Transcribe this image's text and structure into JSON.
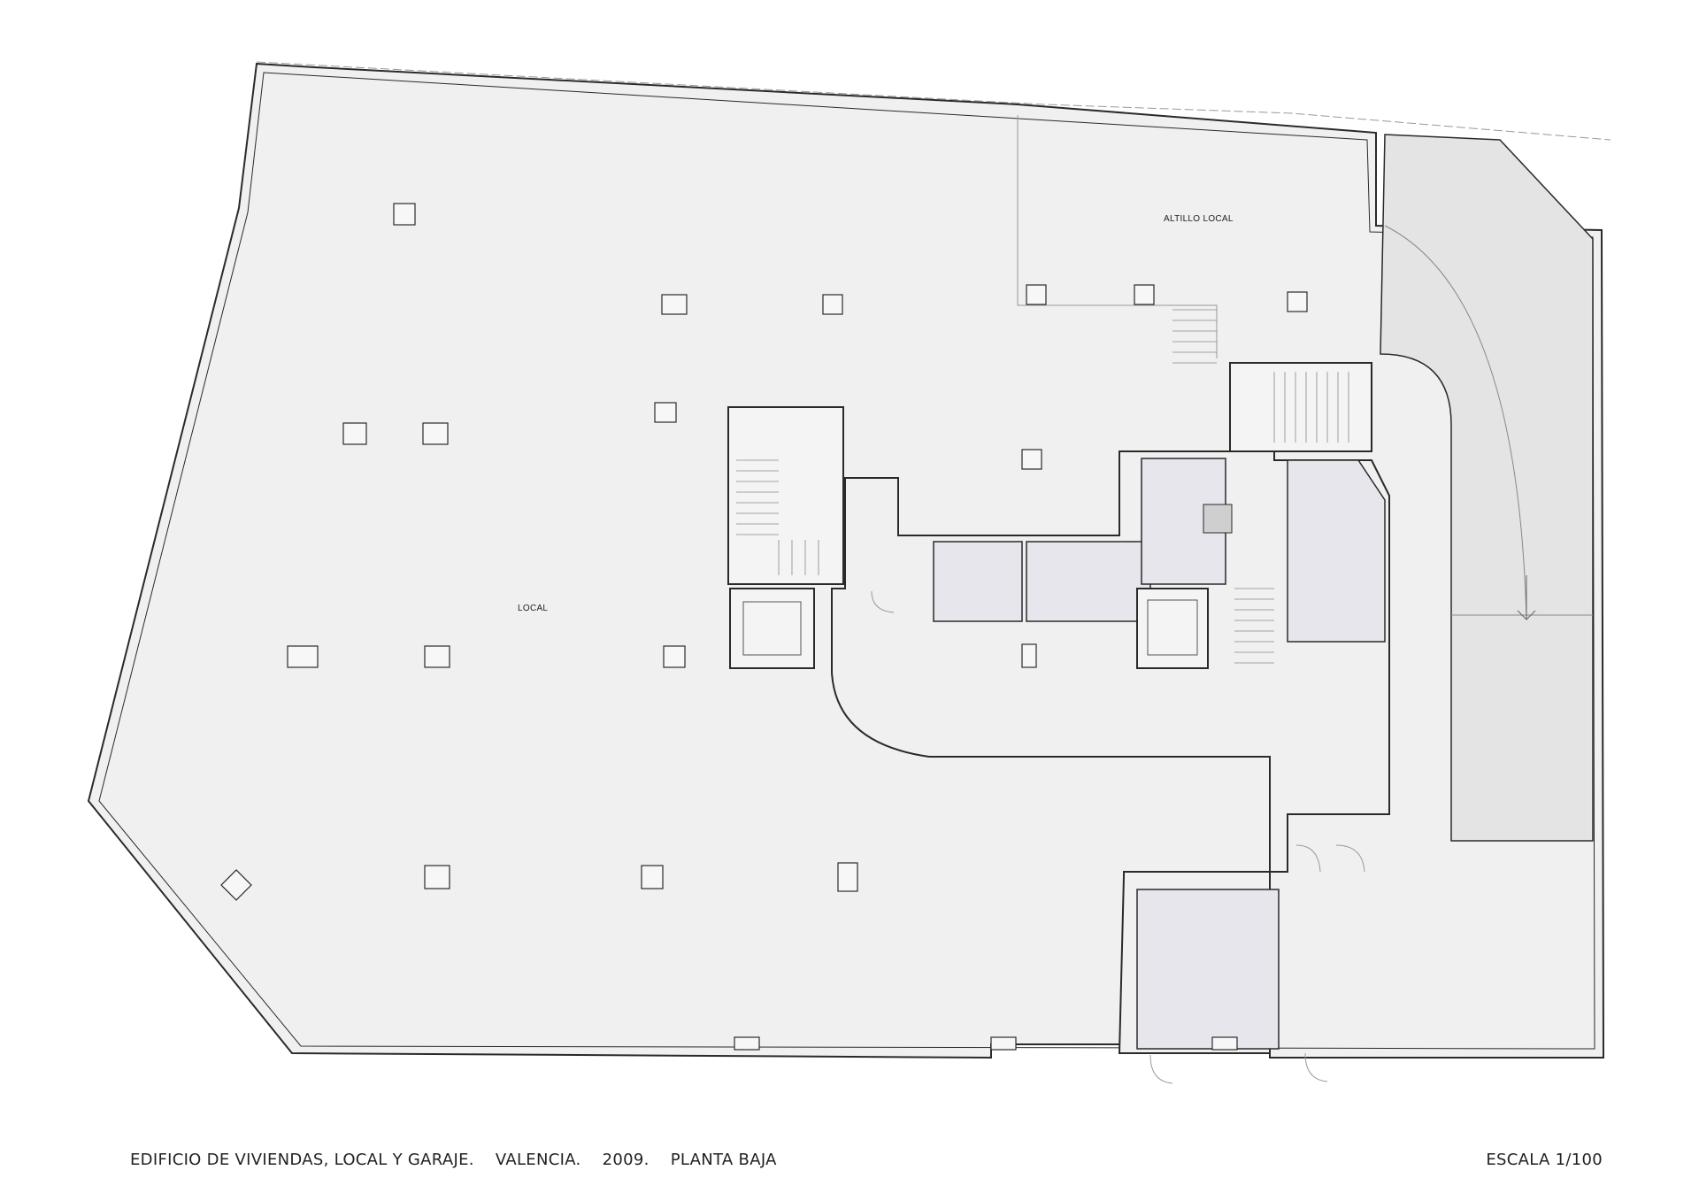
{
  "plan": {
    "rooms": {
      "local": "LOCAL",
      "altillo": "ALTILLO LOCAL"
    },
    "colors": {
      "floor": "#f0f0f0",
      "ramp": "#e4e4e4",
      "core": "#e6e6ec",
      "wall": "#2a2a2a"
    }
  },
  "caption": {
    "project": "EDIFICIO DE VIVIENDAS, LOCAL Y GARAJE.",
    "city": "VALENCIA.",
    "year": "2009.",
    "level": "PLANTA BAJA",
    "scale": "ESCALA 1/100"
  }
}
